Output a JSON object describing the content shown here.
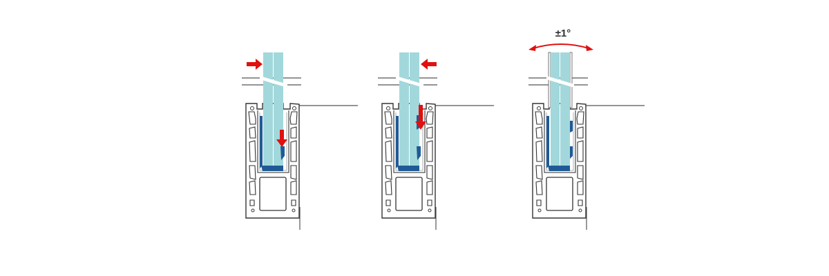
{
  "figure": {
    "tilt_label": "±1°",
    "colors": {
      "glass": "#a2d8dc",
      "gasket": "#1f5a96",
      "arrow": "#e0110f",
      "line": "#333333"
    },
    "panels": [
      {
        "name": "push-from-left"
      },
      {
        "name": "push-from-right"
      },
      {
        "name": "tilt-adjustment"
      }
    ]
  }
}
